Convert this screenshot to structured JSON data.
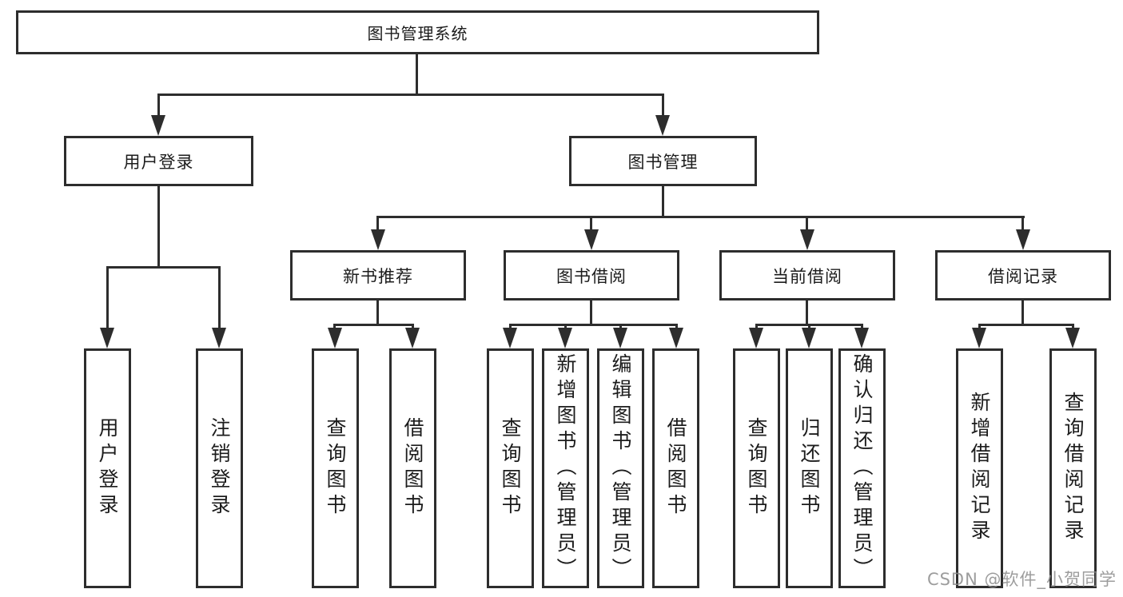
{
  "page": {
    "watermark": "CSDN @软件_小贺同学"
  },
  "tree": {
    "root": "图书管理系统",
    "user_login": {
      "label": "用户登录",
      "children": [
        "用户登录",
        "注销登录"
      ]
    },
    "book_mgmt": {
      "label": "图书管理",
      "sections": [
        {
          "label": "新书推荐",
          "children": [
            "查询图书",
            "借阅图书"
          ]
        },
        {
          "label": "图书借阅",
          "children": [
            "查询图书",
            "新增图书（管理员）",
            "编辑图书（管理员）",
            "借阅图书"
          ]
        },
        {
          "label": "当前借阅",
          "children": [
            "查询图书",
            "归还图书",
            "确认归还（管理员）"
          ]
        },
        {
          "label": "借阅记录",
          "children": [
            "新增借阅记录",
            "查询借阅记录"
          ]
        }
      ]
    },
    "colors": {
      "line": "#2d2d2d",
      "text": "#1c1c1c",
      "watermark": "#8c8c8c",
      "background": "#ffffff"
    }
  }
}
